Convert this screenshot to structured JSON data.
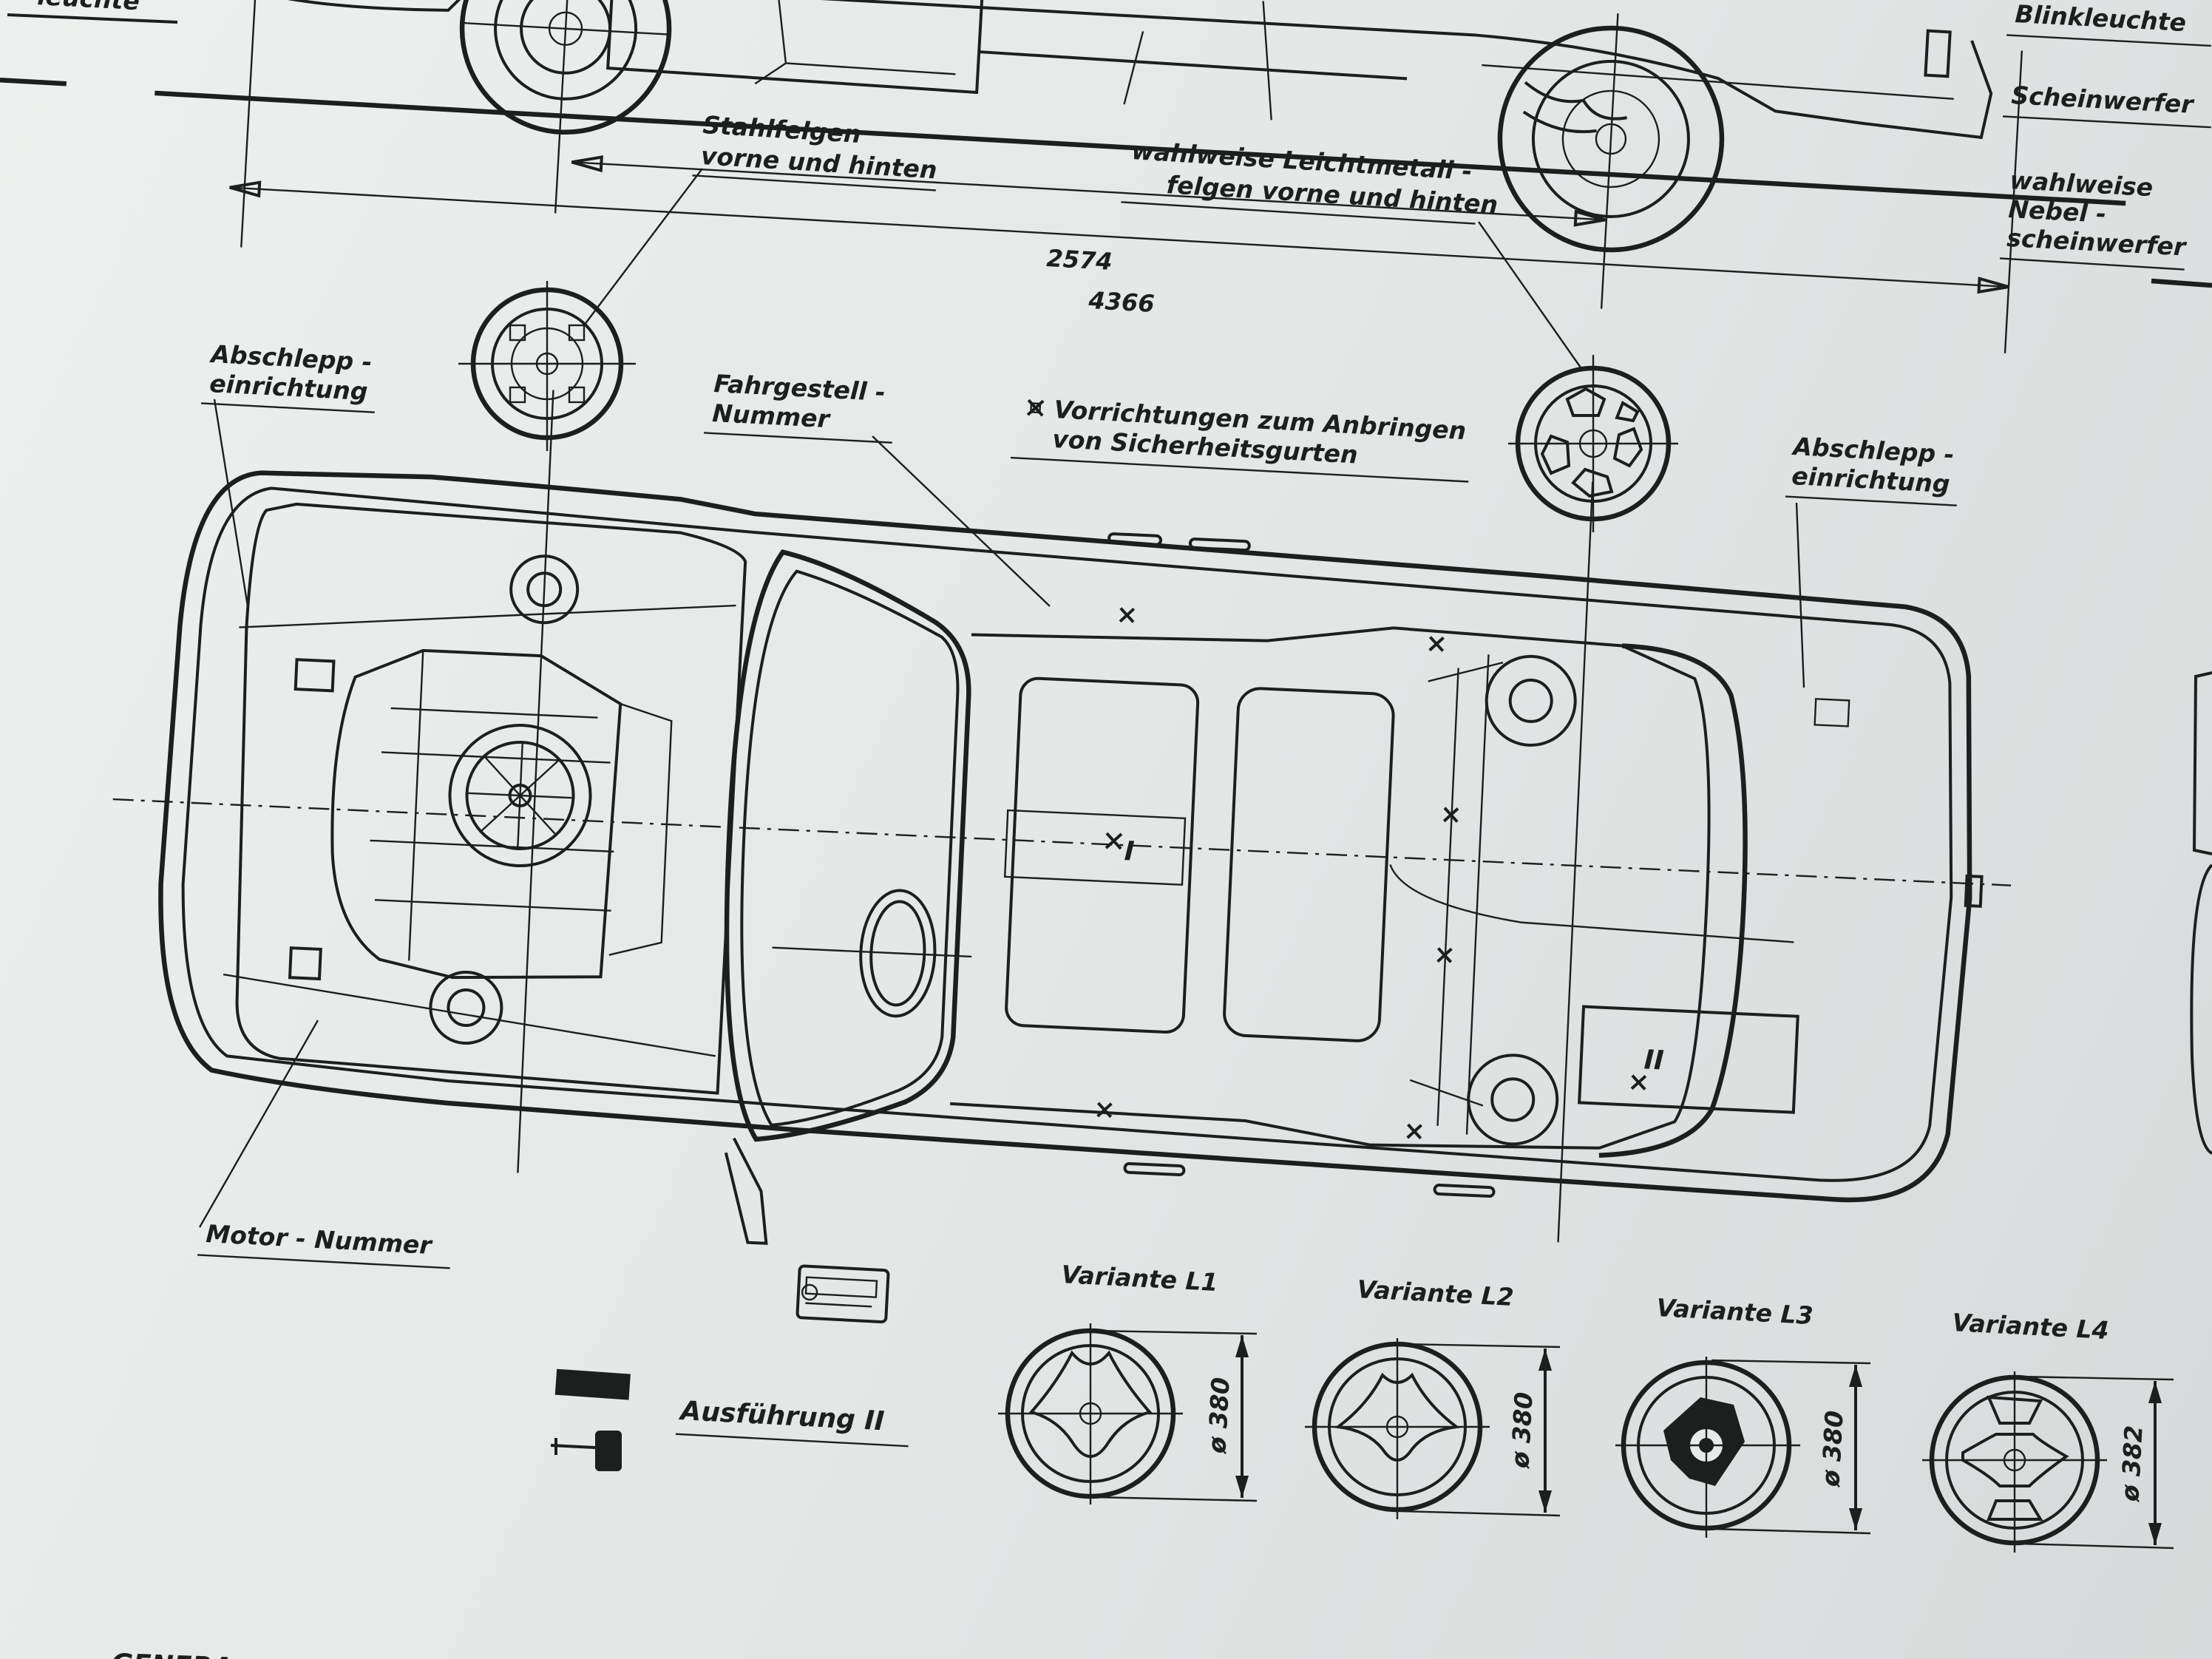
{
  "labels": {
    "partial_top_left": "leuchte",
    "turn_signal": "Blinkleuchte",
    "headlight": "Scheinwerfer",
    "fog_light": [
      "wahlweise",
      "Nebel -",
      "scheinwerfer"
    ],
    "steel_rims": [
      "Stahlfelgen",
      "vorne und hinten"
    ],
    "alloy_rims": [
      "wahlweise Leichtmetall -",
      "felgen vorne und hinten"
    ],
    "tow_front": [
      "Abschlepp -",
      "einrichtung"
    ],
    "tow_rear": [
      "Abschlepp -",
      "einrichtung"
    ],
    "chassis_number": [
      "Fahrgestell -",
      "Nummer"
    ],
    "seatbelt_mounts": [
      "Vorrichtungen zum Anbringen",
      "von Sicherheitsgurten"
    ],
    "engine_number": "Motor - Nummer",
    "version": "Ausführung II",
    "zone_one": "I",
    "zone_two": "II",
    "bottom_partial": "GENERA"
  },
  "dimensions": {
    "wheelbase": "2574",
    "overall_length": "4366"
  },
  "steering_wheels": [
    {
      "label": "Variante L1",
      "diameter": "ø 380"
    },
    {
      "label": "Variante L2",
      "diameter": "ø 380"
    },
    {
      "label": "Variante L3",
      "diameter": "ø 380"
    },
    {
      "label": "Variante L4",
      "diameter": "ø 382"
    }
  ],
  "icons": [
    "seatbelt-mount-icon",
    "steel-wheel-icon",
    "alloy-wheel-icon",
    "radio-icon",
    "key-icon"
  ]
}
